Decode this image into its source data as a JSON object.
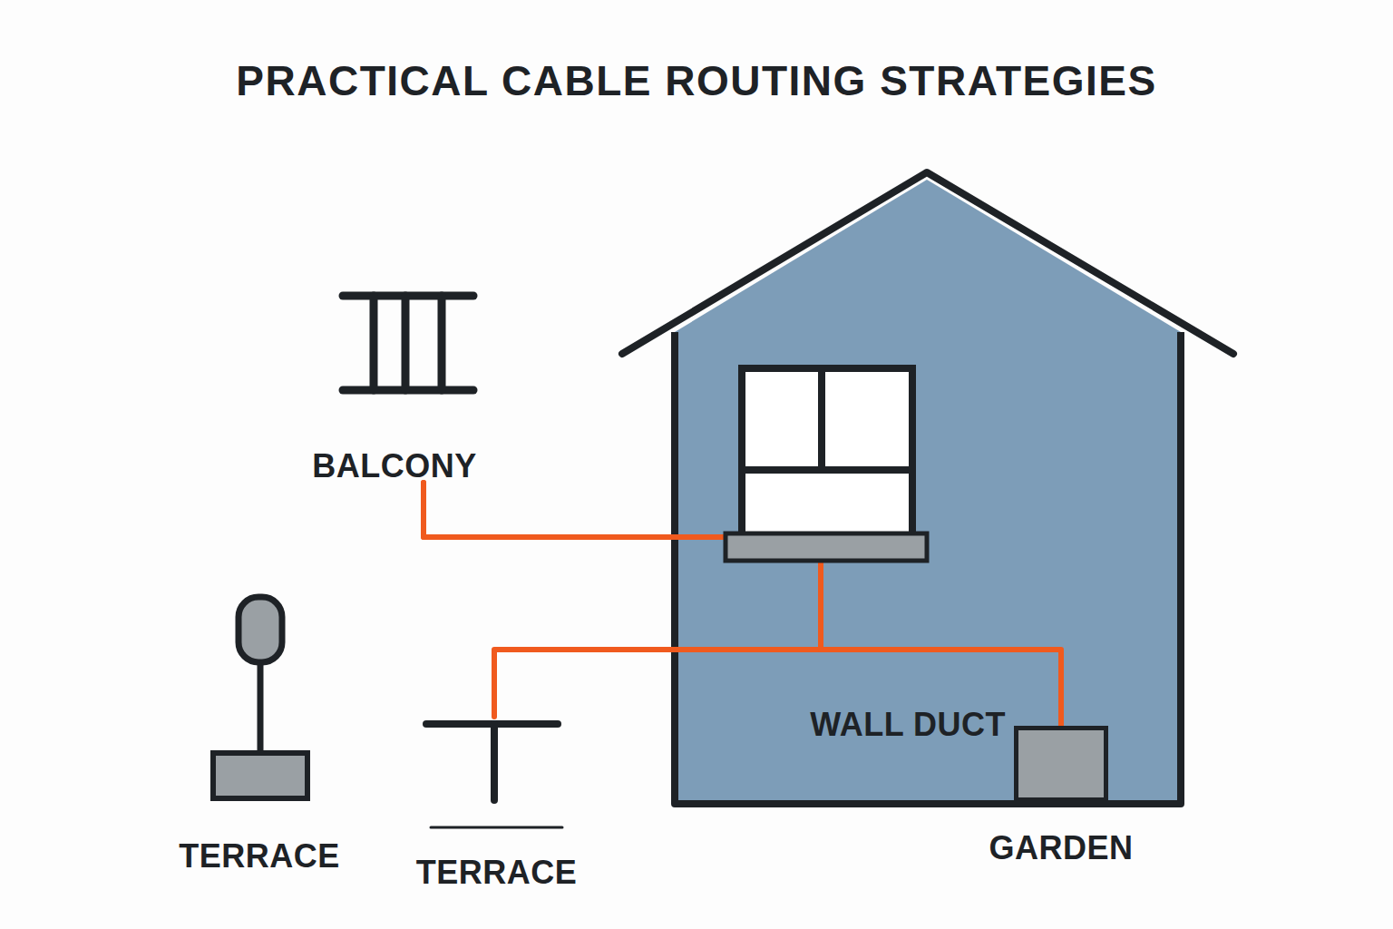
{
  "diagram": {
    "title": "PRACTICAL CABLE ROUTING STRATEGIES",
    "nodes": [
      {
        "text": [
          "BALCONY"
        ]
      },
      {
        "text": [
          "TERRACE"
        ]
      },
      {
        "text": [
          "TERRACE"
        ]
      },
      {
        "text": [
          "WALL DUCT",
          "GARDEN"
        ]
      }
    ],
    "edges": [
      {
        "from": 0,
        "to": 2,
        "arrow": "none"
      },
      {
        "from": 0,
        "to": 3,
        "arrow": "none"
      }
    ]
  }
}
